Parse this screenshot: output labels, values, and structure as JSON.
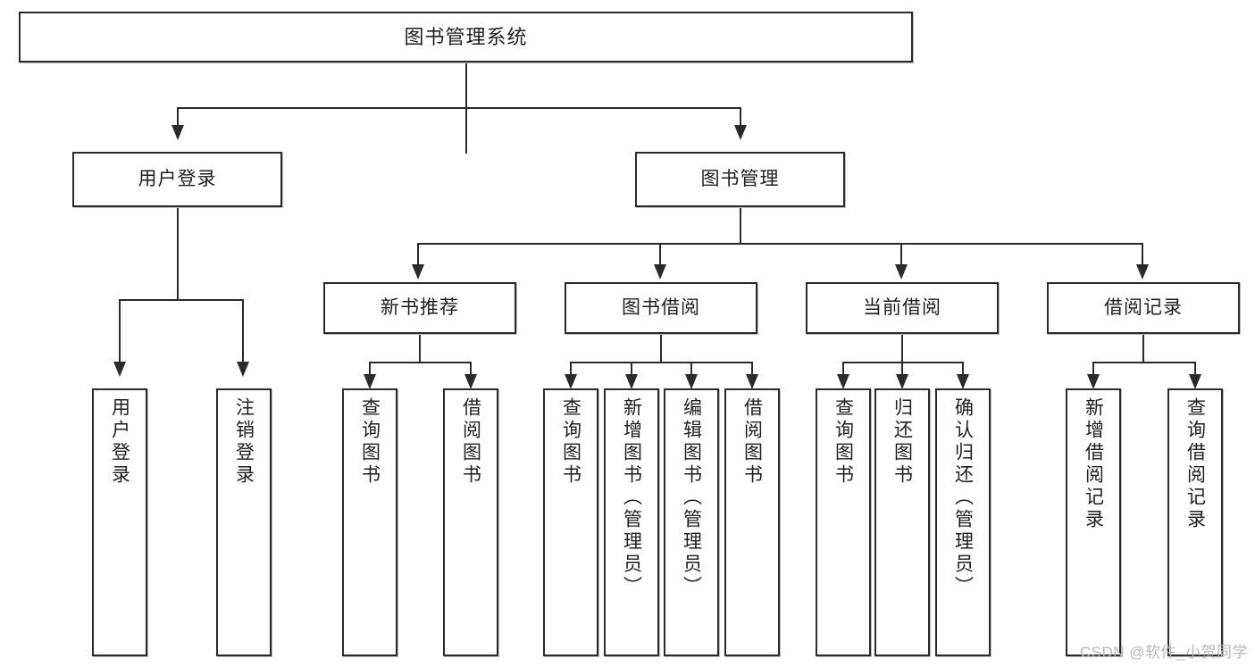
{
  "diagram": {
    "title": "图书管理系统",
    "type": "tree-hierarchy-chart",
    "root": {
      "label": "图书管理系统"
    },
    "level2": [
      {
        "label": "用户登录"
      },
      {
        "label": "图书管理"
      }
    ],
    "level3": [
      {
        "label": "新书推荐"
      },
      {
        "label": "图书借阅"
      },
      {
        "label": "当前借阅"
      },
      {
        "label": "借阅记录"
      }
    ],
    "leaves": [
      {
        "label": "用户登录"
      },
      {
        "label": "注销登录"
      },
      {
        "label": "查询图书"
      },
      {
        "label": "借阅图书"
      },
      {
        "label": "查询图书"
      },
      {
        "label": "新增图书（管理员）"
      },
      {
        "label": "编辑图书（管理员）"
      },
      {
        "label": "借阅图书"
      },
      {
        "label": "查询图书"
      },
      {
        "label": "归还图书"
      },
      {
        "label": "确认归还（管理员）"
      },
      {
        "label": "新增借阅记录"
      },
      {
        "label": "查询借阅记录"
      }
    ]
  },
  "watermark": {
    "text": "CSDN @软件_小贺同学"
  },
  "colors": {
    "stroke": "#2b2b2b",
    "background": "#ffffff",
    "text": "#1f1f1f",
    "watermark": "#b8b8b8"
  }
}
